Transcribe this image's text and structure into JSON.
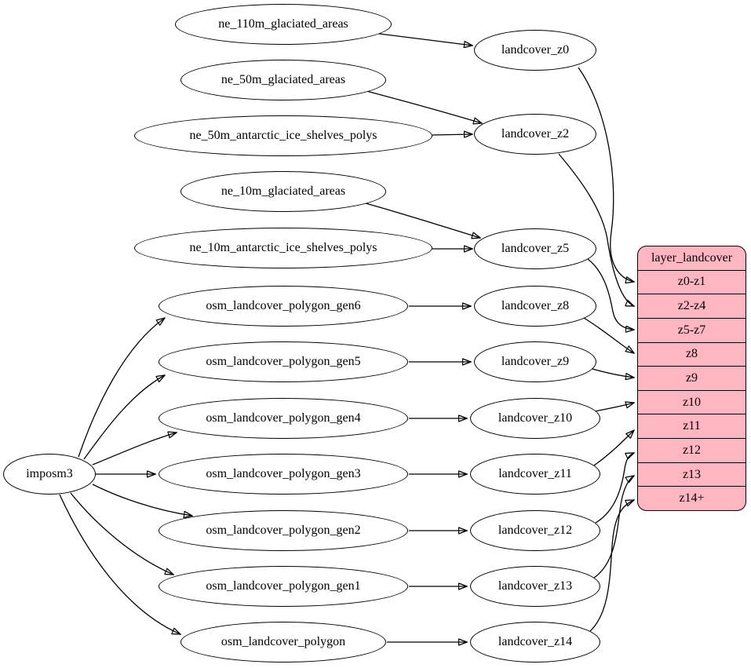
{
  "colors": {
    "record_fill": "#ffb6c1",
    "node_fill": "#ffffff",
    "stroke": "#000000",
    "background": "#ffffff"
  },
  "nodes": [
    {
      "id": "imposm3",
      "label": "imposm3"
    },
    {
      "id": "ne_110m_glaciated_areas",
      "label": "ne_110m_glaciated_areas"
    },
    {
      "id": "ne_50m_glaciated_areas",
      "label": "ne_50m_glaciated_areas"
    },
    {
      "id": "ne_50m_antarctic_ice_shelves_polys",
      "label": "ne_50m_antarctic_ice_shelves_polys"
    },
    {
      "id": "ne_10m_glaciated_areas",
      "label": "ne_10m_glaciated_areas"
    },
    {
      "id": "ne_10m_antarctic_ice_shelves_polys",
      "label": "ne_10m_antarctic_ice_shelves_polys"
    },
    {
      "id": "osm_landcover_polygon_gen6",
      "label": "osm_landcover_polygon_gen6"
    },
    {
      "id": "osm_landcover_polygon_gen5",
      "label": "osm_landcover_polygon_gen5"
    },
    {
      "id": "osm_landcover_polygon_gen4",
      "label": "osm_landcover_polygon_gen4"
    },
    {
      "id": "osm_landcover_polygon_gen3",
      "label": "osm_landcover_polygon_gen3"
    },
    {
      "id": "osm_landcover_polygon_gen2",
      "label": "osm_landcover_polygon_gen2"
    },
    {
      "id": "osm_landcover_polygon_gen1",
      "label": "osm_landcover_polygon_gen1"
    },
    {
      "id": "osm_landcover_polygon",
      "label": "osm_landcover_polygon"
    },
    {
      "id": "landcover_z0",
      "label": "landcover_z0"
    },
    {
      "id": "landcover_z2",
      "label": "landcover_z2"
    },
    {
      "id": "landcover_z5",
      "label": "landcover_z5"
    },
    {
      "id": "landcover_z8",
      "label": "landcover_z8"
    },
    {
      "id": "landcover_z9",
      "label": "landcover_z9"
    },
    {
      "id": "landcover_z10",
      "label": "landcover_z10"
    },
    {
      "id": "landcover_z11",
      "label": "landcover_z11"
    },
    {
      "id": "landcover_z12",
      "label": "landcover_z12"
    },
    {
      "id": "landcover_z13",
      "label": "landcover_z13"
    },
    {
      "id": "landcover_z14",
      "label": "landcover_z14"
    }
  ],
  "record": {
    "title": "layer_landcover",
    "rows": [
      "z0-z1",
      "z2-z4",
      "z5-z7",
      "z8",
      "z9",
      "z10",
      "z11",
      "z12",
      "z13",
      "z14+"
    ]
  },
  "edges": [
    {
      "from": "ne_110m_glaciated_areas",
      "to": "landcover_z0"
    },
    {
      "from": "ne_50m_glaciated_areas",
      "to": "landcover_z2"
    },
    {
      "from": "ne_50m_antarctic_ice_shelves_polys",
      "to": "landcover_z2"
    },
    {
      "from": "ne_10m_glaciated_areas",
      "to": "landcover_z5"
    },
    {
      "from": "ne_10m_antarctic_ice_shelves_polys",
      "to": "landcover_z5"
    },
    {
      "from": "imposm3",
      "to": "osm_landcover_polygon_gen6"
    },
    {
      "from": "imposm3",
      "to": "osm_landcover_polygon_gen5"
    },
    {
      "from": "imposm3",
      "to": "osm_landcover_polygon_gen4"
    },
    {
      "from": "imposm3",
      "to": "osm_landcover_polygon_gen3"
    },
    {
      "from": "imposm3",
      "to": "osm_landcover_polygon_gen2"
    },
    {
      "from": "imposm3",
      "to": "osm_landcover_polygon_gen1"
    },
    {
      "from": "imposm3",
      "to": "osm_landcover_polygon"
    },
    {
      "from": "osm_landcover_polygon_gen6",
      "to": "landcover_z8"
    },
    {
      "from": "osm_landcover_polygon_gen5",
      "to": "landcover_z9"
    },
    {
      "from": "osm_landcover_polygon_gen4",
      "to": "landcover_z10"
    },
    {
      "from": "osm_landcover_polygon_gen3",
      "to": "landcover_z11"
    },
    {
      "from": "osm_landcover_polygon_gen2",
      "to": "landcover_z12"
    },
    {
      "from": "osm_landcover_polygon_gen1",
      "to": "landcover_z13"
    },
    {
      "from": "osm_landcover_polygon",
      "to": "landcover_z14"
    },
    {
      "from": "landcover_z0",
      "to": "layer_landcover",
      "port": "z0-z1"
    },
    {
      "from": "landcover_z2",
      "to": "layer_landcover",
      "port": "z2-z4"
    },
    {
      "from": "landcover_z5",
      "to": "layer_landcover",
      "port": "z5-z7"
    },
    {
      "from": "landcover_z8",
      "to": "layer_landcover",
      "port": "z8"
    },
    {
      "from": "landcover_z9",
      "to": "layer_landcover",
      "port": "z9"
    },
    {
      "from": "landcover_z10",
      "to": "layer_landcover",
      "port": "z10"
    },
    {
      "from": "landcover_z11",
      "to": "layer_landcover",
      "port": "z11"
    },
    {
      "from": "landcover_z12",
      "to": "layer_landcover",
      "port": "z12"
    },
    {
      "from": "landcover_z13",
      "to": "layer_landcover",
      "port": "z13"
    },
    {
      "from": "landcover_z14",
      "to": "layer_landcover",
      "port": "z14+"
    }
  ]
}
